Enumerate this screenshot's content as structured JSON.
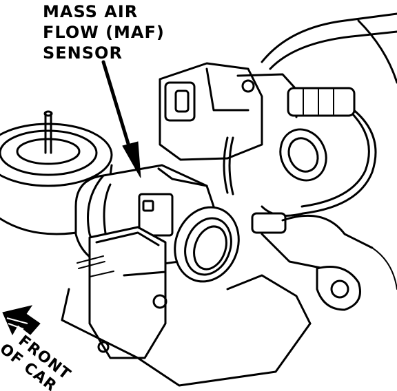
{
  "labels": {
    "maf_line1": "MASS AIR",
    "maf_line2": "FLOW (MAF)",
    "maf_line3": "SENSOR",
    "front_line1": "FRONT",
    "front_line2": "OF CAR"
  },
  "icons": {
    "pointer": "leader-arrow",
    "direction": "front-of-car-arrow"
  },
  "colors": {
    "ink": "#000000",
    "paper": "#ffffff"
  }
}
